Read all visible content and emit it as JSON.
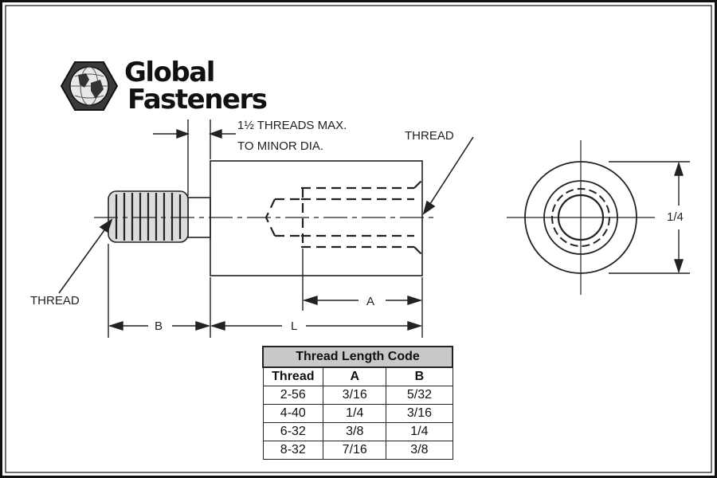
{
  "brand": {
    "name_line1": "Global",
    "name_line2": "Fasteners",
    "logo_icon": "hex-globe-icon"
  },
  "drawing": {
    "note_line1": "1½ THREADS MAX.",
    "note_line2": "TO MINOR DIA.",
    "thread_label_right": "THREAD",
    "thread_label_left": "THREAD",
    "dim_a": "A",
    "dim_b": "B",
    "dim_l": "L",
    "dim_end_view": "1/4"
  },
  "table": {
    "title": "Thread Length Code",
    "headers": [
      "Thread",
      "A",
      "B"
    ],
    "rows": [
      [
        "2-56",
        "3/16",
        "5/32"
      ],
      [
        "4-40",
        "1/4",
        "3/16"
      ],
      [
        "6-32",
        "3/8",
        "1/4"
      ],
      [
        "8-32",
        "7/16",
        "3/8"
      ]
    ]
  }
}
